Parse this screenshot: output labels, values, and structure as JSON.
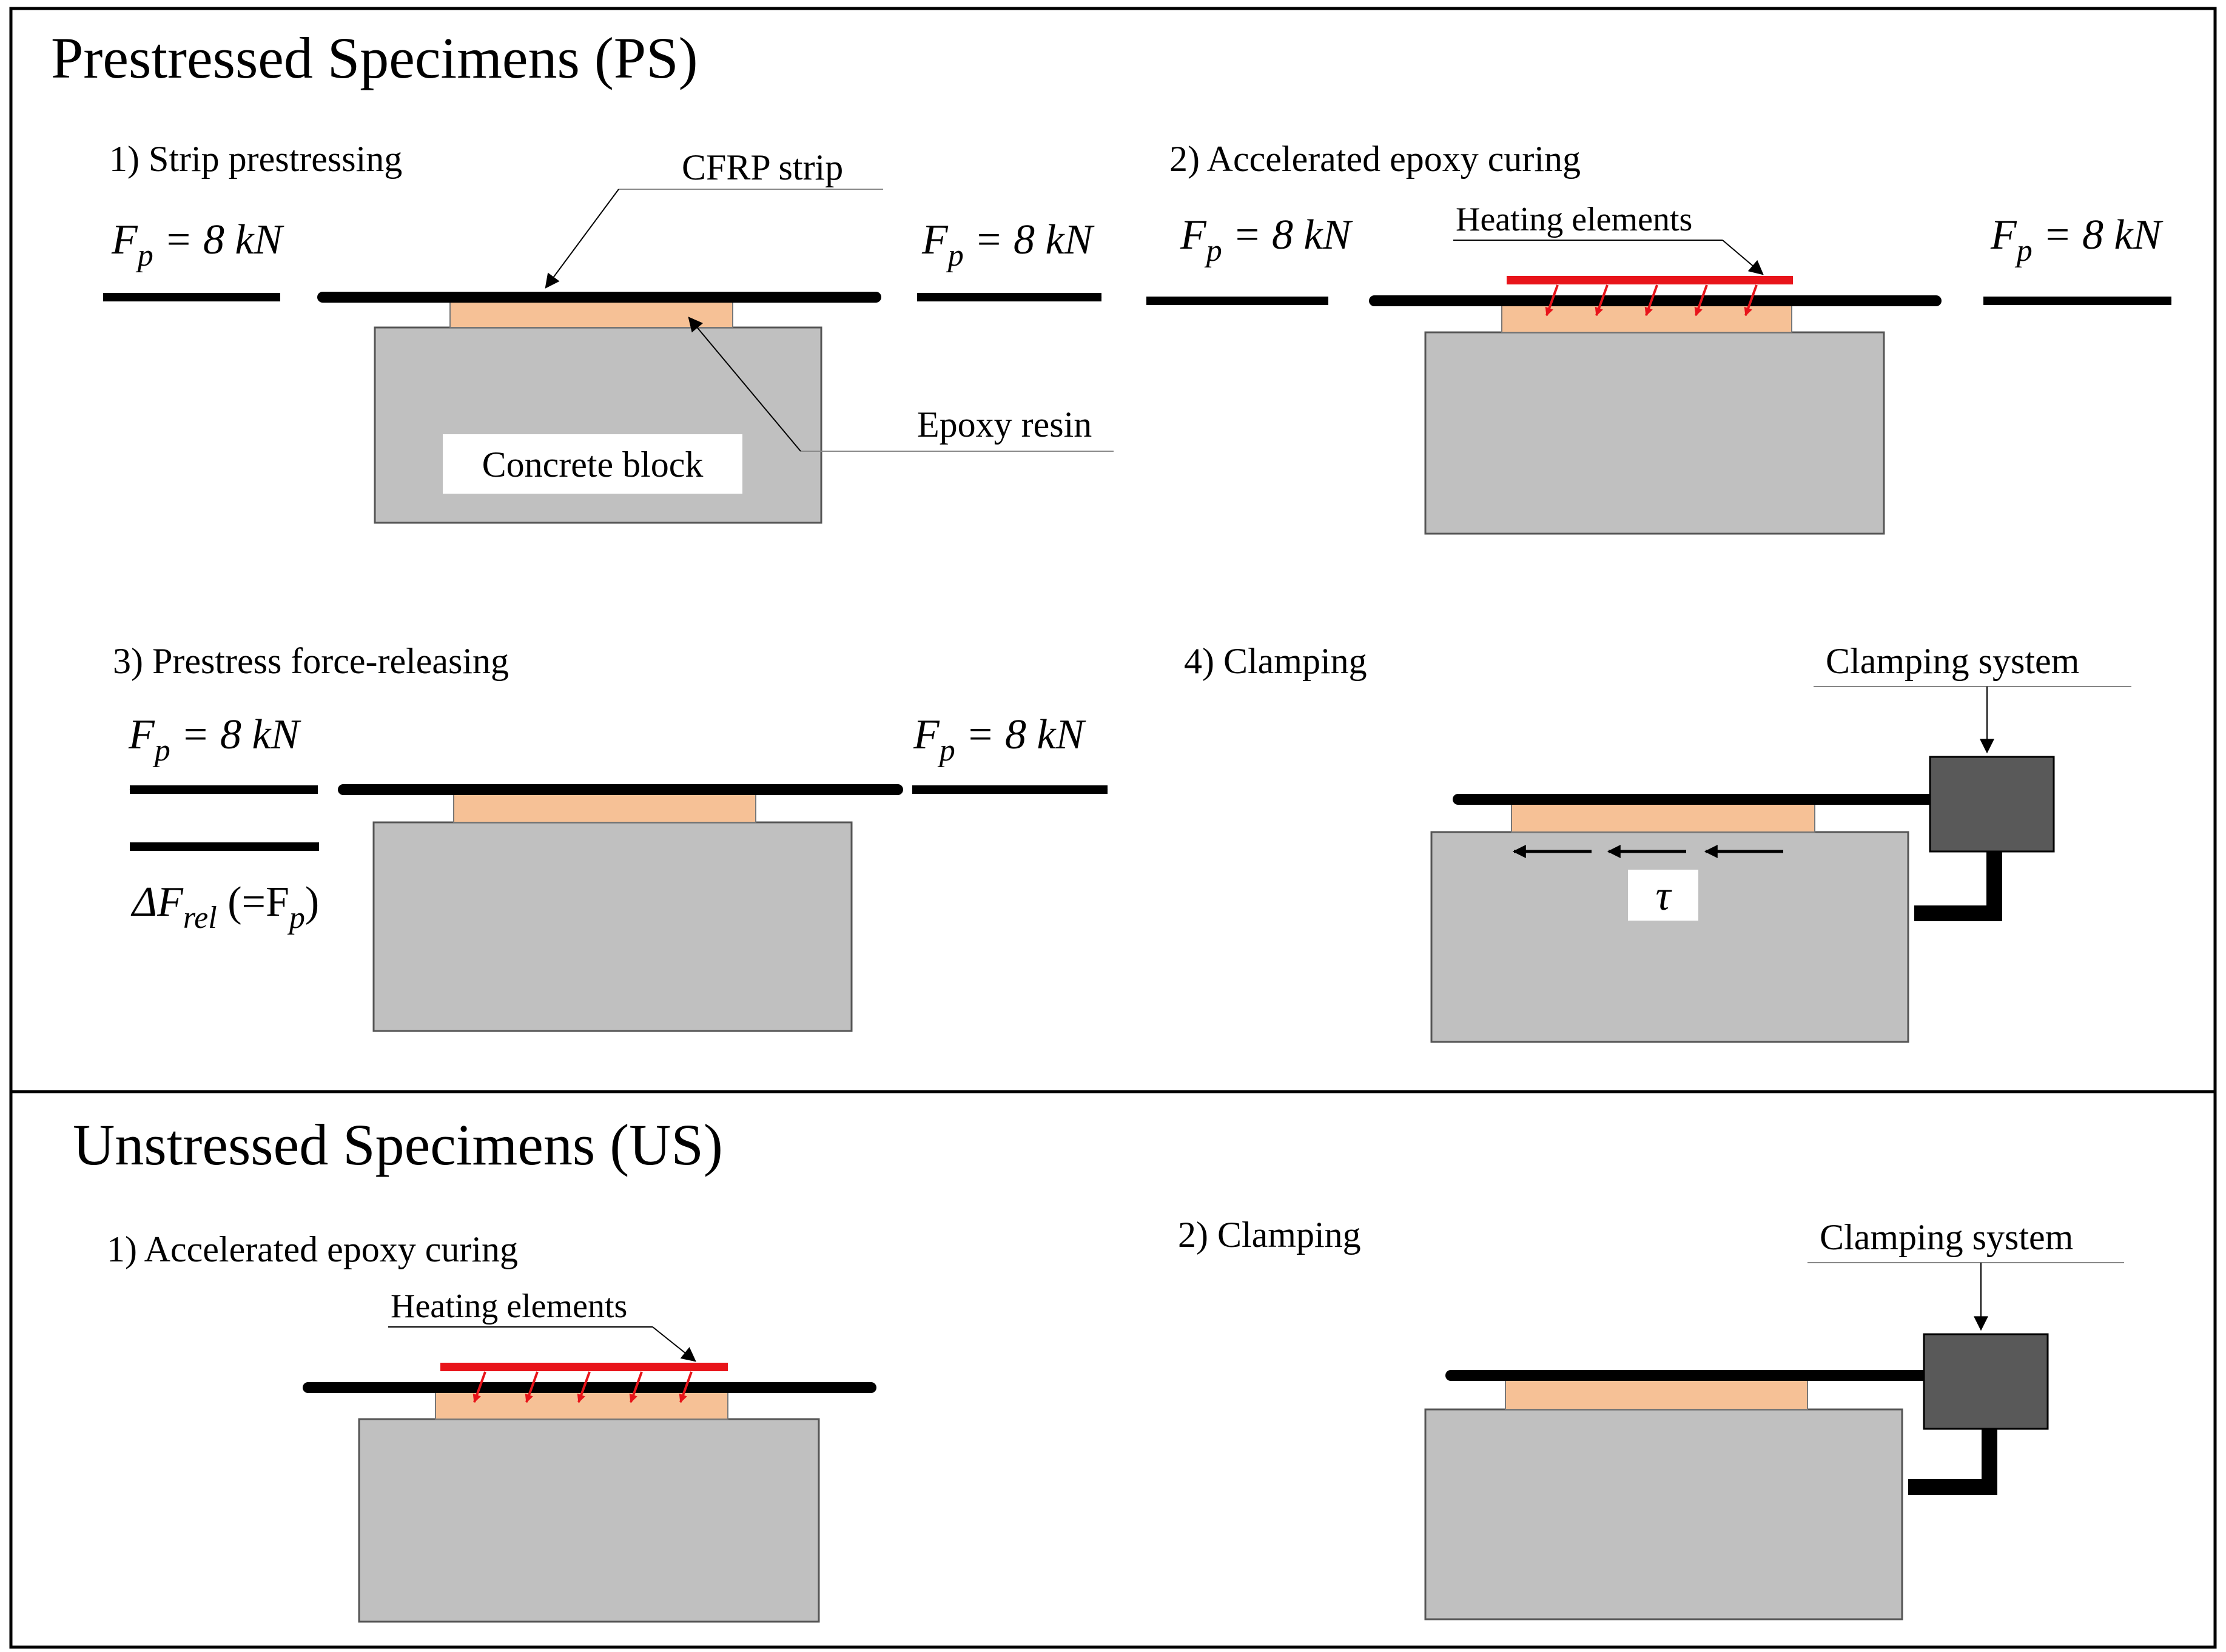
{
  "sections": {
    "ps": {
      "title": "Prestressed Specimens (PS)",
      "step1": "1) Strip prestressing",
      "step2": "2) Accelerated epoxy curing",
      "step3": "3) Prestress force-releasing",
      "step4": "4) Clamping"
    },
    "us": {
      "title": "Unstressed Specimens (US)",
      "step1": "1) Accelerated epoxy curing",
      "step2": "2) Clamping"
    }
  },
  "labels": {
    "cfrp_strip": "CFRP strip",
    "epoxy_resin": "Epoxy resin",
    "concrete_block": "Concrete block",
    "heating_elements": "Heating elements",
    "clamping_system": "Clamping system",
    "tau": "τ"
  },
  "force": {
    "symbol": "F",
    "sub": "p",
    "value": " = 8 kN",
    "release_symbol": "ΔF",
    "release_sub": "rel",
    "release_open": " (=F",
    "release_close": ")"
  },
  "colors": {
    "concrete": "#c0c0c0",
    "epoxy": "#f6c196",
    "strip": "#000000",
    "heater": "#e8141a",
    "clamp": "#595959"
  }
}
